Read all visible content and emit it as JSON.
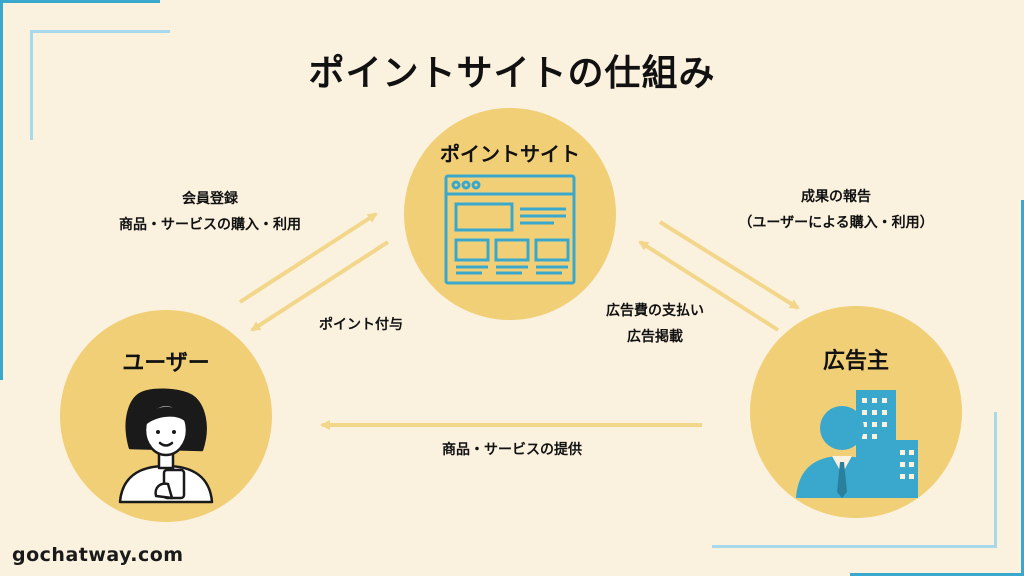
{
  "title": "ポイントサイトの仕組み",
  "nodes": {
    "point_site": "ポイントサイト",
    "user": "ユーザー",
    "advertiser": "広告主"
  },
  "flows": {
    "user_to_site_line1": "会員登録",
    "user_to_site_line2": "商品・サービスの購入・利用",
    "site_to_user": "ポイント付与",
    "site_to_advertiser_line1": "成果の報告",
    "site_to_advertiser_line2": "（ユーザーによる購入・利用）",
    "advertiser_to_site_line1": "広告費の支払い",
    "advertiser_to_site_line2": "広告掲載",
    "advertiser_to_user": "商品・サービスの提供"
  },
  "footer": "gochatway.com",
  "colors": {
    "background": "#fbf1df",
    "circle": "#f1cf76",
    "accent_blue": "#3aa8cc",
    "arrow": "#f2d68a"
  },
  "icons": {
    "point_site": "browser-window-icon",
    "user": "woman-with-smartphone-icon",
    "advertiser": "businessman-building-icon"
  }
}
